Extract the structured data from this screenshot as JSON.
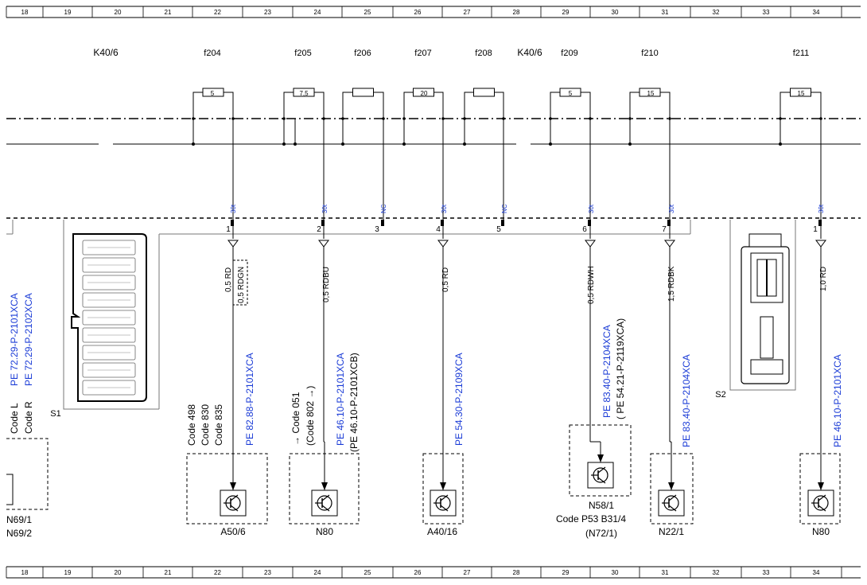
{
  "columns": [
    "18",
    "19",
    "20",
    "21",
    "22",
    "23",
    "24",
    "25",
    "26",
    "27",
    "28",
    "29",
    "30",
    "31",
    "32",
    "33",
    "34"
  ],
  "relays": [
    "K40/6",
    "K40/6"
  ],
  "fuses": [
    {
      "name": "f204",
      "rating": "5"
    },
    {
      "name": "f205",
      "rating": "7,5"
    },
    {
      "name": "f206",
      "rating": ""
    },
    {
      "name": "f207",
      "rating": "20"
    },
    {
      "name": "f208",
      "rating": ""
    },
    {
      "name": "f209",
      "rating": "5"
    },
    {
      "name": "f210",
      "rating": "15"
    },
    {
      "name": "f211",
      "rating": "15"
    }
  ],
  "bus_label": "30t",
  "connector_labels": [
    "30t",
    "30t",
    "NC",
    "30t",
    "NC",
    "30t",
    "30t",
    "30t"
  ],
  "pins": [
    "1",
    "2",
    "3",
    "4",
    "5",
    "6",
    "7",
    "1"
  ],
  "wires": [
    {
      "id": "w1",
      "label": "0,5 RD",
      "alt": "0,5 RDGN"
    },
    {
      "id": "w2",
      "label": "0,5 RDBU"
    },
    {
      "id": "w4",
      "label": "0,5 RD"
    },
    {
      "id": "w6",
      "label": "0,5 RDWH"
    },
    {
      "id": "w7",
      "label": "1,5 RDBK"
    },
    {
      "id": "w8",
      "label": "1,0 RD"
    }
  ],
  "left_refs": {
    "pe1": "PE 72.29-P-2101XCA",
    "pe2": "PE 72.29-P-2102XCA",
    "code_l": "Code L",
    "code_r": "Code R"
  },
  "s1": "S1",
  "s2": "S2",
  "branches": [
    {
      "pe": "PE 82.88-P-2101XCA",
      "codes": [
        "Code 498",
        "Code 830",
        "Code 835"
      ],
      "component": "A50/6"
    },
    {
      "pe": "PE 46.10-P-2101XCA",
      "pe_alt": "(PE 46.10-P-2101XCB)",
      "codes": [
        "→ Code 051",
        "(Code 802  →)"
      ],
      "component": "N80"
    },
    {
      "pe": "PE 54.30-P-2109XCA",
      "component": "A40/16"
    },
    {
      "pe": "PE 83.40-P-2104XCA",
      "pe_alt": "( PE 54.21-P-2119XCA)",
      "component": "N58/1",
      "sub1": "Code P53  B31/4",
      "sub2": "(N72/1)"
    },
    {
      "pe": "PE 83.40-P-2104XCA",
      "component": "N22/1"
    },
    {
      "pe": "PE 46.10-P-2101XCA",
      "component": "N80"
    }
  ],
  "left_components": [
    "N69/1",
    "N69/2"
  ]
}
